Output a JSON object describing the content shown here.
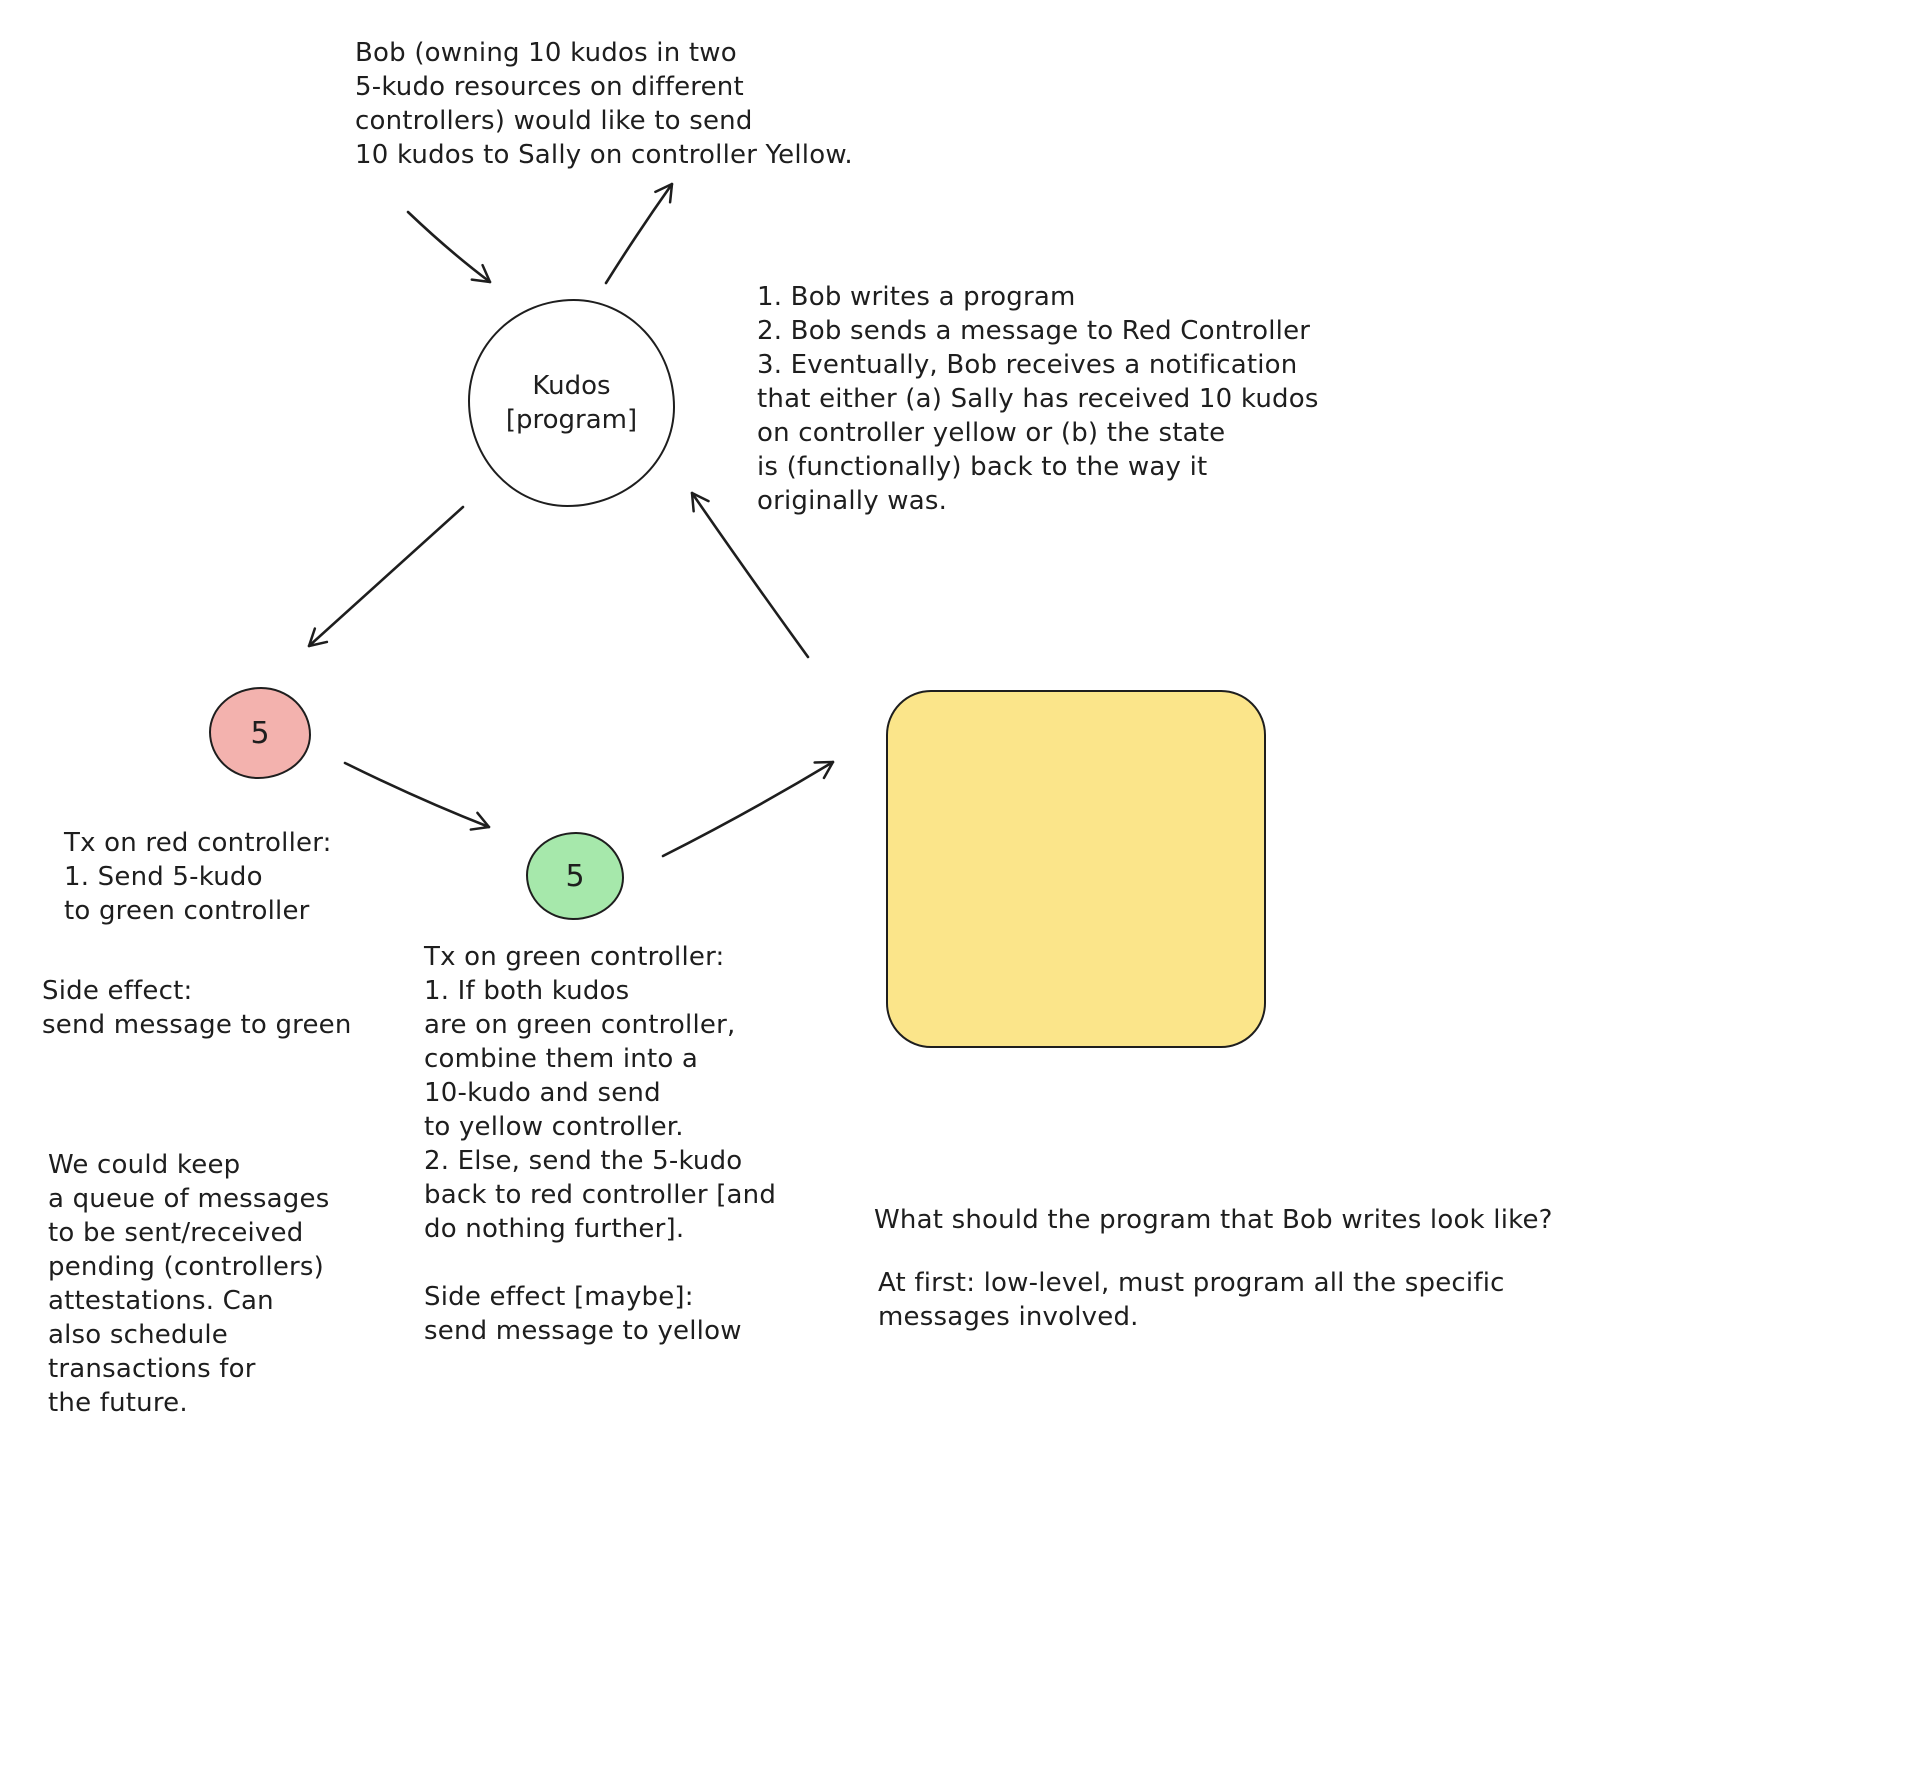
{
  "colors": {
    "ink": "#1e1e1e",
    "red_kudo_fill": "#f3b2ae",
    "green_kudo_fill": "#a6e8ab",
    "yellow_controller_fill": "#fbe58a",
    "background": "#ffffff"
  },
  "nodes": {
    "program": {
      "label": [
        "Kudos",
        "[program]"
      ]
    },
    "red_kudo": {
      "value": "5"
    },
    "green_kudo": {
      "value": "5"
    },
    "yellow_controller": {
      "label": ""
    }
  },
  "notes": {
    "bob_goal": [
      "Bob (owning 10 kudos in two",
      "5-kudo resources on different",
      "controllers) would like to send",
      "10 kudos to Sally on controller Yellow."
    ],
    "flow_steps": [
      "1. Bob writes a program",
      "2. Bob sends a message to Red Controller",
      "3. Eventually, Bob receives a notification",
      "that either (a) Sally has received 10 kudos",
      "on controller yellow or (b) the state",
      "is (functionally) back to the way it",
      "originally was."
    ],
    "tx_red": [
      "Tx on red controller:",
      "1. Send 5-kudo",
      "to green controller"
    ],
    "side_effect_red": [
      "Side effect:",
      "send message to green"
    ],
    "queue_note": [
      "We could keep",
      "a queue of messages",
      "to be sent/received",
      "pending (controllers)",
      "attestations. Can",
      "also schedule",
      "transactions for",
      "the future."
    ],
    "tx_green": [
      "Tx on green controller:",
      "1. If both kudos",
      "are on green controller,",
      "combine them into a",
      "10-kudo and send",
      "to yellow controller.",
      "2. Else, send the 5-kudo",
      "back to red controller [and",
      "do nothing further]."
    ],
    "side_effect_green": [
      "Side effect [maybe]:",
      "send message to yellow"
    ],
    "question": "What should the program that Bob writes look like?",
    "answer": [
      "At first: low-level, must program all the specific",
      "messages involved."
    ]
  }
}
